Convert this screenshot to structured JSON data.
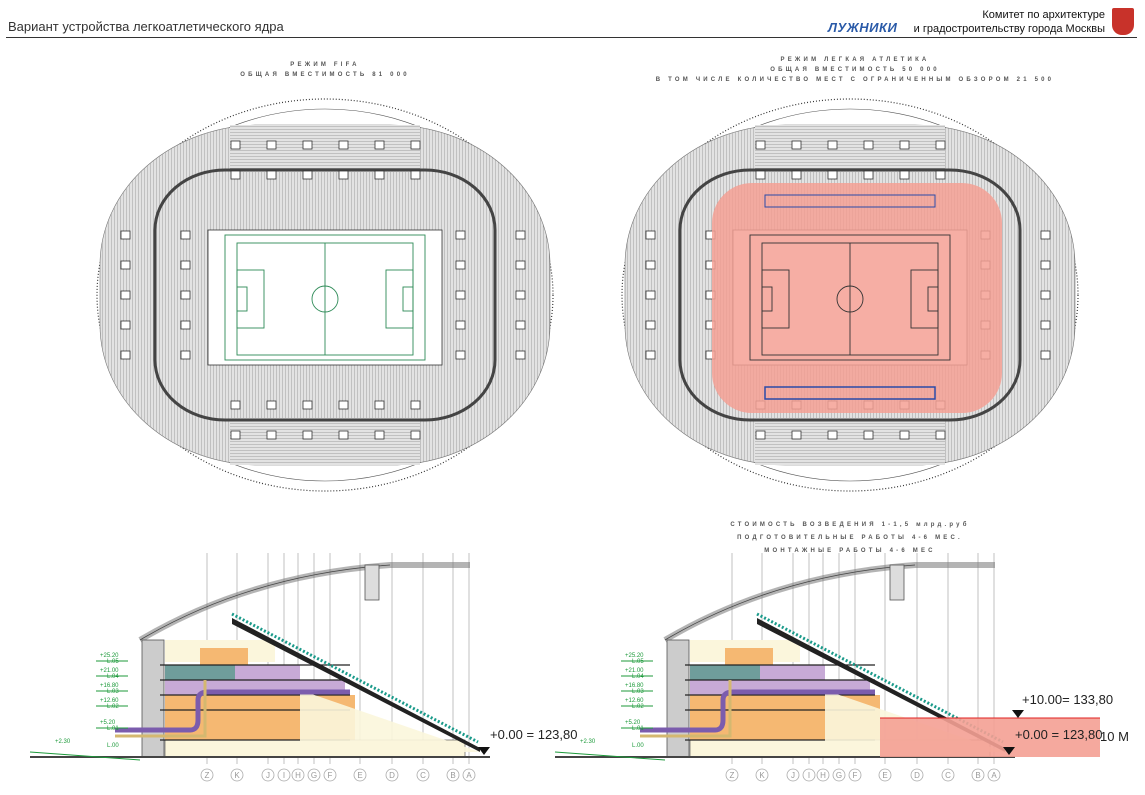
{
  "header": {
    "title": "Вариант устройства легкоатлетического ядра",
    "logo_text": "ЛУЖНИКИ",
    "committee_line1": "Комитет по архитектуре",
    "committee_line2": "и градостроительству города Москвы"
  },
  "plans": {
    "fifa": {
      "mode": "РЕЖИМ FIFA",
      "capacity": "ОБЩАЯ ВМЕСТИМОСТЬ 81 000"
    },
    "athletics": {
      "mode": "РЕЖИМ ЛЕГКАЯ АТЛЕТИКА",
      "capacity": "ОБЩАЯ ВМЕСТИМОСТЬ 50 000",
      "limited_view": "В ТОМ ЧИСЛЕ КОЛИЧЕСТВО МЕСТ С ОГРАНИЧЕННЫМ ОБЗОРОМ 21 500"
    }
  },
  "costs": {
    "line1": "СТОИМОСТЬ ВОЗВЕДЕНИЯ 1-1,5 млрд.руб",
    "line2": "ПОДГОТОВИТЕЛЬНЫЕ РАБОТЫ 4-6 МЕС.",
    "line3": "МОНТАЖНЫЕ РАБОТЫ 4-6 МЕС"
  },
  "sections": {
    "axes": [
      "Z",
      "K",
      "J",
      "I",
      "H",
      "G",
      "F",
      "E",
      "D",
      "C",
      "B",
      "A"
    ],
    "levels": [
      "L.05",
      "L.04",
      "L.03",
      "L.02",
      "L.01",
      "L.00"
    ],
    "level_elevations": [
      "+25.20",
      "+21.00",
      "+16.80",
      "+12.60",
      "+5.20"
    ],
    "ground_elevation": "+2.30",
    "zero_mark": "+0.00 = 123,80",
    "raised_mark": "+10.00= 133,80",
    "raise_height": "10 M"
  },
  "colors": {
    "seating_gray": "#c9c9c9",
    "field_green": "#2e8b57",
    "athletics_overlay": "#f4a094",
    "orange": "#f5b872",
    "purple": "#c7aad6",
    "teal": "#6f9d9b",
    "cream": "#fbf6dc",
    "duct": "#7b5cad"
  }
}
